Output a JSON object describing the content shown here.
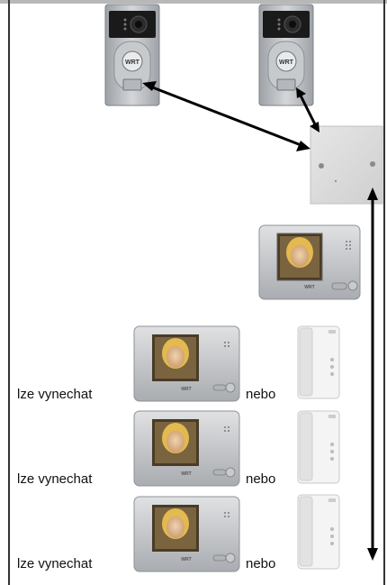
{
  "diagram": {
    "door_stations": [
      {
        "logo": "WRT"
      },
      {
        "logo": "WRT"
      }
    ],
    "junction_box": {
      "label": ""
    },
    "main_monitor": {
      "logo": "WRT"
    },
    "optional_rows": [
      {
        "left_label": "lze vynechat",
        "or_label": "nebo",
        "monitor_logo": "WRT"
      },
      {
        "left_label": "lze vynechat",
        "or_label": "nebo",
        "monitor_logo": "WRT"
      },
      {
        "left_label": "lze vynechat",
        "or_label": "nebo",
        "monitor_logo": "WRT"
      }
    ],
    "colors": {
      "panel": "#b9bcc0",
      "panel_dark": "#8c9096",
      "camera_strip": "#1a1a1a",
      "box": "#dadada",
      "monitor_frame": "#c4c6c9",
      "screen_bg": "#6a5a3c",
      "handset": "#f2f2f2",
      "arrow": "#000000"
    }
  }
}
